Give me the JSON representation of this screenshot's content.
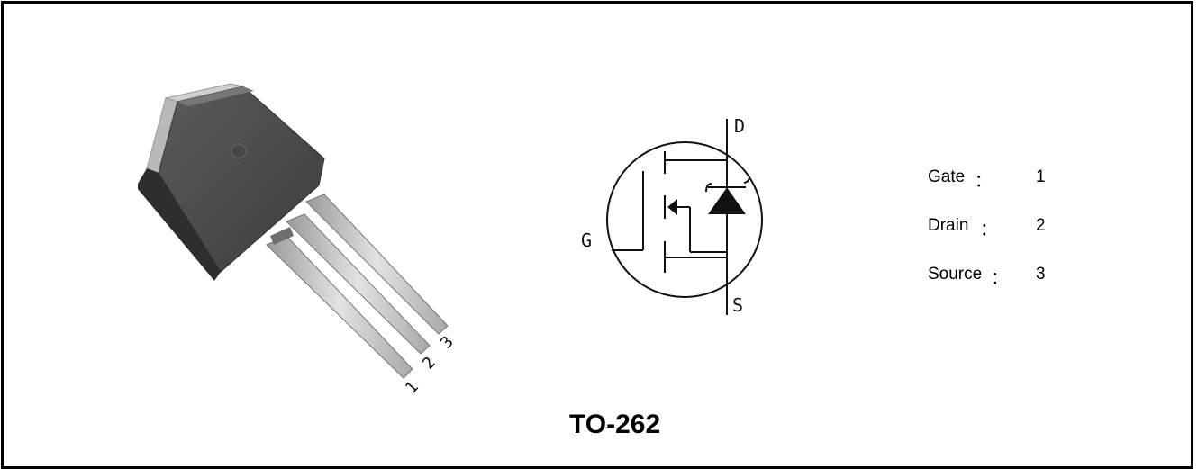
{
  "package": {
    "label": "TO-262"
  },
  "symbol": {
    "drain_label": "D",
    "gate_label": "G",
    "source_label": "S"
  },
  "photo": {
    "lead_labels": [
      "1",
      "2",
      "3"
    ]
  },
  "pins": [
    {
      "name": "Gate",
      "colon": "：",
      "number": "1"
    },
    {
      "name": "Drain",
      "colon": "：",
      "number": "2"
    },
    {
      "name": "Source",
      "colon": "：",
      "number": "3"
    }
  ]
}
